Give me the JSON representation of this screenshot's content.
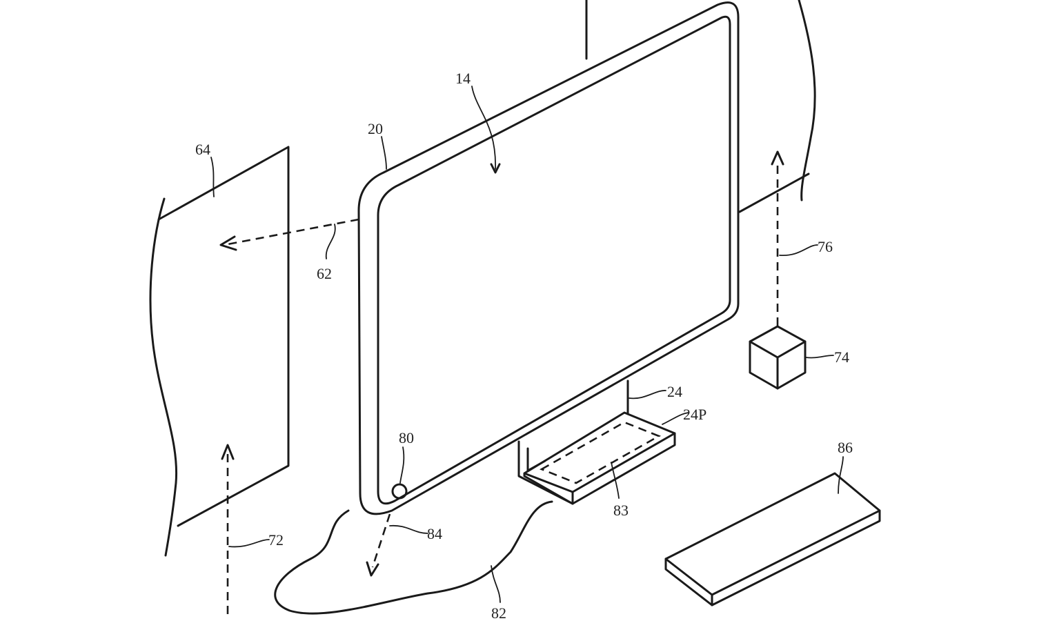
{
  "figure": {
    "labels": {
      "display_area": "14",
      "housing": "20",
      "wall_surface": "64",
      "projection_arrow": "62",
      "upward_arrow_right": "76",
      "cube_device": "74",
      "stand": "24",
      "stand_plate": "24P",
      "camera": "80",
      "plate_region": "83",
      "keyboard": "86",
      "downward_arrow": "84",
      "upward_arrow_left": "72",
      "floor_region": "82"
    }
  }
}
